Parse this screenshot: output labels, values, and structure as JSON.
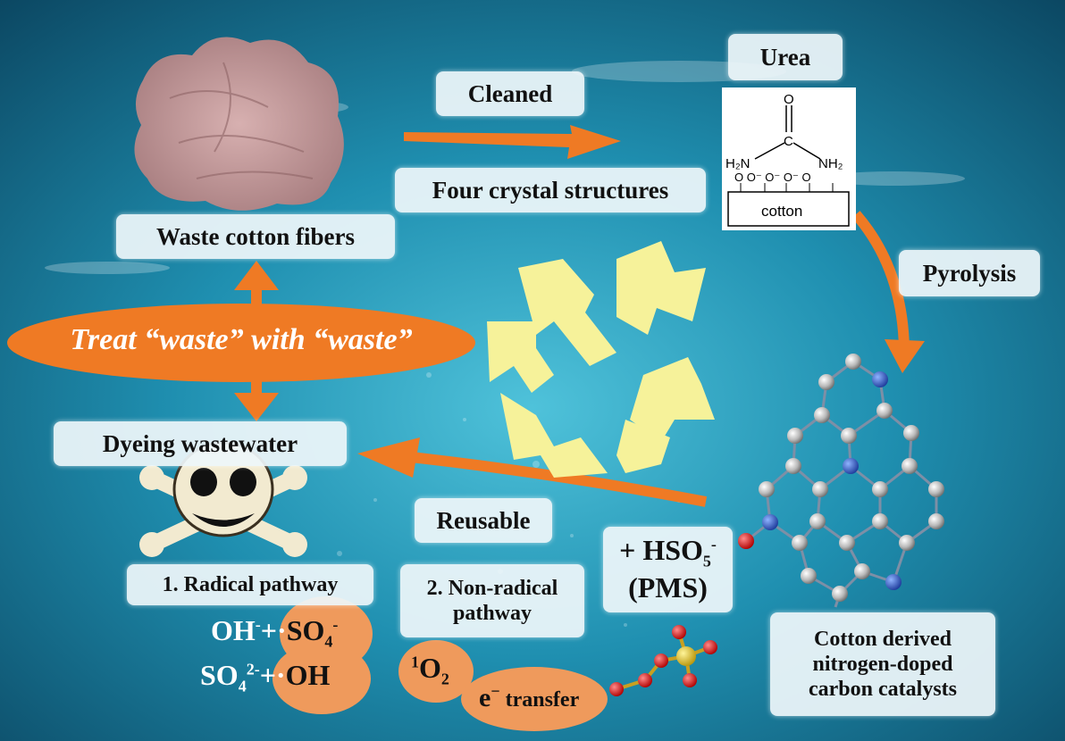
{
  "labels": {
    "cleaned": "Cleaned",
    "four_crystal": "Four crystal structures",
    "urea": "Urea",
    "waste_cotton": "Waste cotton fibers",
    "pyrolysis": "Pyrolysis",
    "treat": "Treat “waste” with “waste”",
    "dyeing": "Dyeing wastewater",
    "reusable": "Reusable",
    "radical": "1. Radical pathway",
    "nonradical_1": "2. Non-radical",
    "nonradical_2": "pathway",
    "catalyst_1": "Cotton derived",
    "catalyst_2": "nitrogen-doped",
    "catalyst_3": "carbon catalysts",
    "pms_1": "+ HSO",
    "pms_sub": "5",
    "pms_sup": "-",
    "pms_2": "(PMS)"
  },
  "species": {
    "oh_minus": "OH",
    "oh_minus_sup": "-",
    "plus_dot": "+·",
    "so4_radical": "SO",
    "so4_radical_sub": "4",
    "so4_radical_sup": "-",
    "so4_2minus": "SO",
    "so4_2minus_sub": "4",
    "so4_2minus_sup": "2-",
    "plus_dot_2": "+·",
    "oh_radical": "OH",
    "singlet_sup": "1",
    "singlet": "O",
    "singlet_sub": "2",
    "electron": "e",
    "electron_sup": "−",
    "transfer": " transfer"
  },
  "urea_structure": {
    "o_top": "O",
    "c": "C",
    "h2n": "H₂N",
    "nh2": "NH₂",
    "o_row": "O   O⁻ O⁻ O⁻ O",
    "cotton": "cotton"
  },
  "colors": {
    "orange": "#ef7a24",
    "yellow": "#f6f29a",
    "water_dark": "#0d4f6c",
    "water_light": "#3fb3cf"
  }
}
